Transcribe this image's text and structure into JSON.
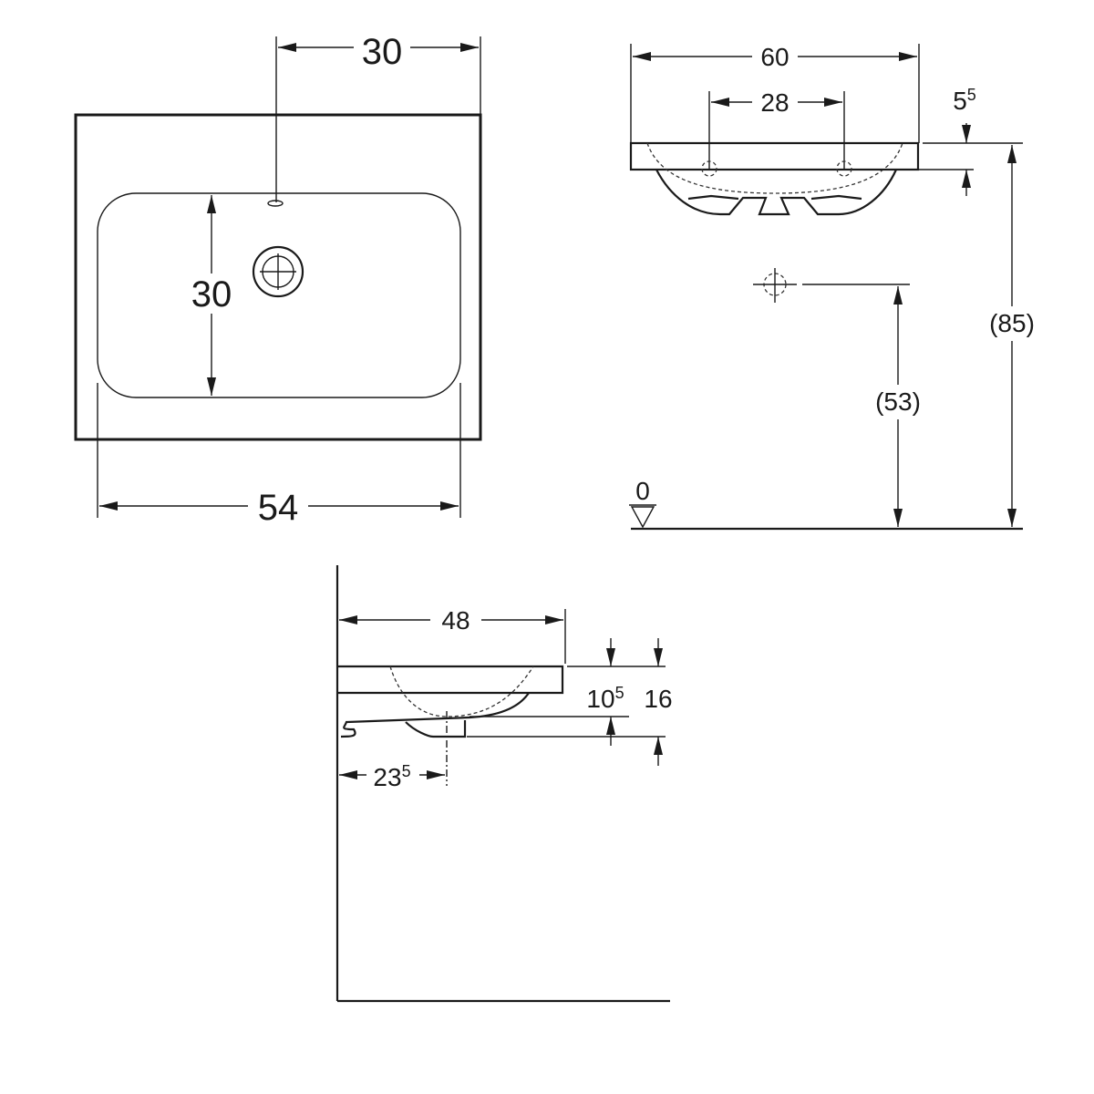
{
  "plan_view": {
    "top_dim": "30",
    "basin_depth_dim": "30",
    "basin_width_dim": "54"
  },
  "front_view": {
    "overall_width_dim": "60",
    "tap_hole_spacing_dim": "28",
    "rim_thickness_dim": "5",
    "rim_thickness_sup": "5",
    "rim_height_dim": "(85)",
    "waste_height_dim": "(53)",
    "floor_level_label": "0"
  },
  "side_view": {
    "depth_dim": "48",
    "bowl_depth_dim": "10",
    "bowl_depth_sup": "5",
    "total_depth_dim": "16",
    "drain_offset_dim": "23",
    "drain_offset_sup": "5"
  },
  "colors": {
    "line": "#1a1a1a",
    "background": "#ffffff"
  }
}
